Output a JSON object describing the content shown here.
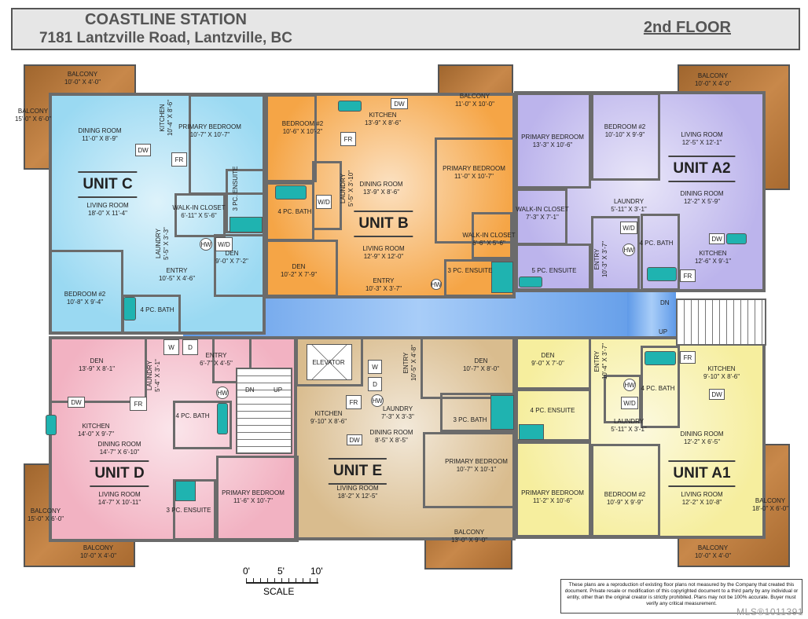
{
  "header": {
    "title": "COASTLINE STATION",
    "address": "7181 Lantzville Road, Lantzville, BC",
    "floor": "2nd FLOOR"
  },
  "colors": {
    "unit_c": "#9ad9f2",
    "unit_b": "#f5a546",
    "unit_a2": "#bcb4ec",
    "unit_d": "#f2b2c2",
    "unit_e": "#d9bc8e",
    "unit_a1": "#f6ee9e",
    "balcony": "#b87a3e",
    "corridor": "#7fb0f0",
    "fixture": "#1fb3b0"
  },
  "units": [
    {
      "id": "C",
      "title": "UNIT C",
      "rooms": [
        {
          "name": "BALCONY",
          "dims": "10'-0\" X 4'-0\""
        },
        {
          "name": "BALCONY",
          "dims": "15'-0\" X 6'-0\""
        },
        {
          "name": "DINING ROOM",
          "dims": "11'-0\" X 8'-9\""
        },
        {
          "name": "KITCHEN",
          "dims": "10'-4\" X 8'-6\""
        },
        {
          "name": "PRIMARY BEDROOM",
          "dims": "10'-7\" X 10'-7\""
        },
        {
          "name": "LIVING ROOM",
          "dims": "18'-0\" X 11'-4\""
        },
        {
          "name": "WALK-IN CLOSET",
          "dims": "6'-11\" X 5'-6\""
        },
        {
          "name": "3 PC. ENSUITE",
          "dims": ""
        },
        {
          "name": "LAUNDRY",
          "dims": "5'-5\" X 3'-3\""
        },
        {
          "name": "DEN",
          "dims": "9'-0\" X 7'-2\""
        },
        {
          "name": "ENTRY",
          "dims": "10'-5\" X 4'-6\""
        },
        {
          "name": "BEDROOM #2",
          "dims": "10'-8\" X 9'-4\""
        },
        {
          "name": "4 PC. BATH",
          "dims": ""
        }
      ]
    },
    {
      "id": "B",
      "title": "UNIT B",
      "rooms": [
        {
          "name": "BALCONY",
          "dims": "11'-0\" X 10'-0\""
        },
        {
          "name": "BEDROOM #2",
          "dims": "10'-6\" X 10'-2\""
        },
        {
          "name": "KITCHEN",
          "dims": "13'-9\" X 8'-6\""
        },
        {
          "name": "LAUNDRY",
          "dims": "5'-5\" X 3'-10\""
        },
        {
          "name": "DINING ROOM",
          "dims": "13'-9\" X 8'-6\""
        },
        {
          "name": "4 PC. BATH",
          "dims": ""
        },
        {
          "name": "PRIMARY BEDROOM",
          "dims": "11'-0\" X 10'-7\""
        },
        {
          "name": "WALK-IN CLOSET",
          "dims": "6'-6\" X 5'-6\""
        },
        {
          "name": "LIVING ROOM",
          "dims": "12'-9\" X 12'-0\""
        },
        {
          "name": "DEN",
          "dims": "10'-2\" X 7'-9\""
        },
        {
          "name": "3 PC. ENSUITE",
          "dims": ""
        },
        {
          "name": "ENTRY",
          "dims": "10'-3\" X 3'-7\""
        }
      ]
    },
    {
      "id": "A2",
      "title": "UNIT A2",
      "rooms": [
        {
          "name": "BALCONY",
          "dims": "10'-0\" X 4'-0\""
        },
        {
          "name": "PRIMARY BEDROOM",
          "dims": "13'-3\" X 10'-6\""
        },
        {
          "name": "BEDROOM #2",
          "dims": "10'-10\" X 9'-9\""
        },
        {
          "name": "LIVING ROOM",
          "dims": "12'-5\" X 12'-1\""
        },
        {
          "name": "DINING ROOM",
          "dims": "12'-2\" X 5'-9\""
        },
        {
          "name": "WALK-IN CLOSET",
          "dims": "7'-3\" X 7'-1\""
        },
        {
          "name": "LAUNDRY",
          "dims": "5'-11\" X 3'-1\""
        },
        {
          "name": "4 PC. BATH",
          "dims": ""
        },
        {
          "name": "ENTRY",
          "dims": "10'-3\" X 3'-7\""
        },
        {
          "name": "5 PC. ENSUITE",
          "dims": ""
        },
        {
          "name": "KITCHEN",
          "dims": "12'-6\" X 9'-1\""
        }
      ]
    },
    {
      "id": "D",
      "title": "UNIT D",
      "rooms": [
        {
          "name": "DEN",
          "dims": "13'-9\" X 8'-1\""
        },
        {
          "name": "LAUNDRY",
          "dims": "5'-4\" X 3'-1\""
        },
        {
          "name": "ENTRY",
          "dims": "6'-7\" X 4'-5\""
        },
        {
          "name": "4 PC. BATH",
          "dims": ""
        },
        {
          "name": "KITCHEN",
          "dims": "14'-0\" X 9'-7\""
        },
        {
          "name": "DINING ROOM",
          "dims": "14'-7\" X 6'-10\""
        },
        {
          "name": "LIVING ROOM",
          "dims": "14'-7\" X 10'-11\""
        },
        {
          "name": "PRIMARY BEDROOM",
          "dims": "11'-6\" X 10'-7\""
        },
        {
          "name": "3 PC. ENSUITE",
          "dims": ""
        },
        {
          "name": "BALCONY",
          "dims": "15'-0\" X 6'-0\""
        },
        {
          "name": "BALCONY",
          "dims": "10'-0\" X 4'-0\""
        }
      ]
    },
    {
      "id": "E",
      "title": "UNIT E",
      "rooms": [
        {
          "name": "ELEVATOR",
          "dims": ""
        },
        {
          "name": "ENTRY",
          "dims": "10'-5\" X 4'-8\""
        },
        {
          "name": "DEN",
          "dims": "10'-7\" X 8'-0\""
        },
        {
          "name": "LAUNDRY",
          "dims": "7'-3\" X 3'-3\""
        },
        {
          "name": "3 PC. BATH",
          "dims": ""
        },
        {
          "name": "KITCHEN",
          "dims": "9'-10\" X 8'-6\""
        },
        {
          "name": "DINING ROOM",
          "dims": "8'-5\" X 8'-5\""
        },
        {
          "name": "LIVING ROOM",
          "dims": "18'-2\" X 12'-5\""
        },
        {
          "name": "PRIMARY BEDROOM",
          "dims": "10'-7\" X 10'-1\""
        },
        {
          "name": "BALCONY",
          "dims": "13'-0\" X 9'-0\""
        }
      ]
    },
    {
      "id": "A1",
      "title": "UNIT A1",
      "rooms": [
        {
          "name": "DEN",
          "dims": "9'-0\" X 7'-0\""
        },
        {
          "name": "ENTRY",
          "dims": "10'-4\" X 3'-7\""
        },
        {
          "name": "4 PC. BATH",
          "dims": ""
        },
        {
          "name": "KITCHEN",
          "dims": "9'-10\" X 8'-6\""
        },
        {
          "name": "4 PC. ENSUITE",
          "dims": ""
        },
        {
          "name": "LAUNDRY",
          "dims": "5'-11\" X 3'-1\""
        },
        {
          "name": "DINING ROOM",
          "dims": "12'-2\" X 6'-5\""
        },
        {
          "name": "PRIMARY BEDROOM",
          "dims": "11'-2\" X 10'-6\""
        },
        {
          "name": "BEDROOM #2",
          "dims": "10'-9\" X 9'-9\""
        },
        {
          "name": "LIVING ROOM",
          "dims": "12'-2\" X 10'-8\""
        },
        {
          "name": "BALCONY",
          "dims": "18'-0\" X 6'-0\""
        },
        {
          "name": "BALCONY",
          "dims": "10'-0\" X 4'-0\""
        }
      ]
    }
  ],
  "fixtures": [
    "FR",
    "DW",
    "HW",
    "W/D",
    "DW",
    "FR",
    "W/D",
    "HW",
    "W/D",
    "HW",
    "DW",
    "FR",
    "W",
    "D",
    "DW",
    "FR",
    "HW",
    "W",
    "D",
    "HW",
    "FR",
    "DW",
    "FR",
    "HW",
    "W/D",
    "DW"
  ],
  "stairs": {
    "down": "DN",
    "up": "UP"
  },
  "scale": {
    "ticks": [
      "0'",
      "5'",
      "10'"
    ],
    "label": "SCALE"
  },
  "disclaimer": "These plans are a reproduction of existing floor plans not measured by the Company that created this document.  Private resale or modification of this copyrighted document to a third party by any individual or entity, other than the original creator is strictly prohibited. Plans may not be 100% accurate. Buyer must verify any critical measurement.",
  "watermark": "MLS®1011391"
}
